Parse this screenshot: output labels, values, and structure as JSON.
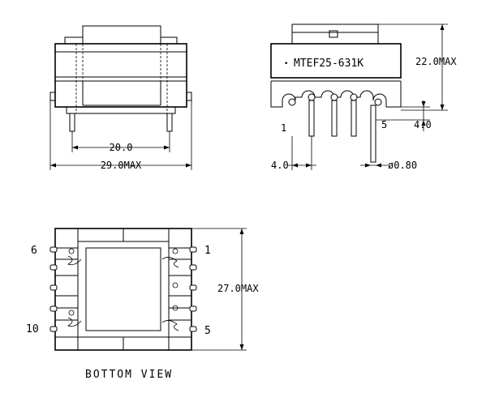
{
  "front_view": {
    "dim_pin_spacing": "20.0",
    "dim_width": "29.0MAX"
  },
  "side_view": {
    "part_number": "MTEF25-631K",
    "dim_height": "22.0MAX",
    "pin1_label": "1",
    "pin5_label": "5",
    "dim_pin_length": "4.0",
    "dim_pin_pitch": "4.0",
    "dim_pin_diameter": "ø0.80",
    "marker_dot": "•"
  },
  "bottom_view": {
    "pin6_label": "6",
    "pin1_label": "1",
    "pin10_label": "10",
    "pin5_label": "5",
    "dim_depth": "27.0MAX",
    "caption": "BOTTOM VIEW"
  }
}
